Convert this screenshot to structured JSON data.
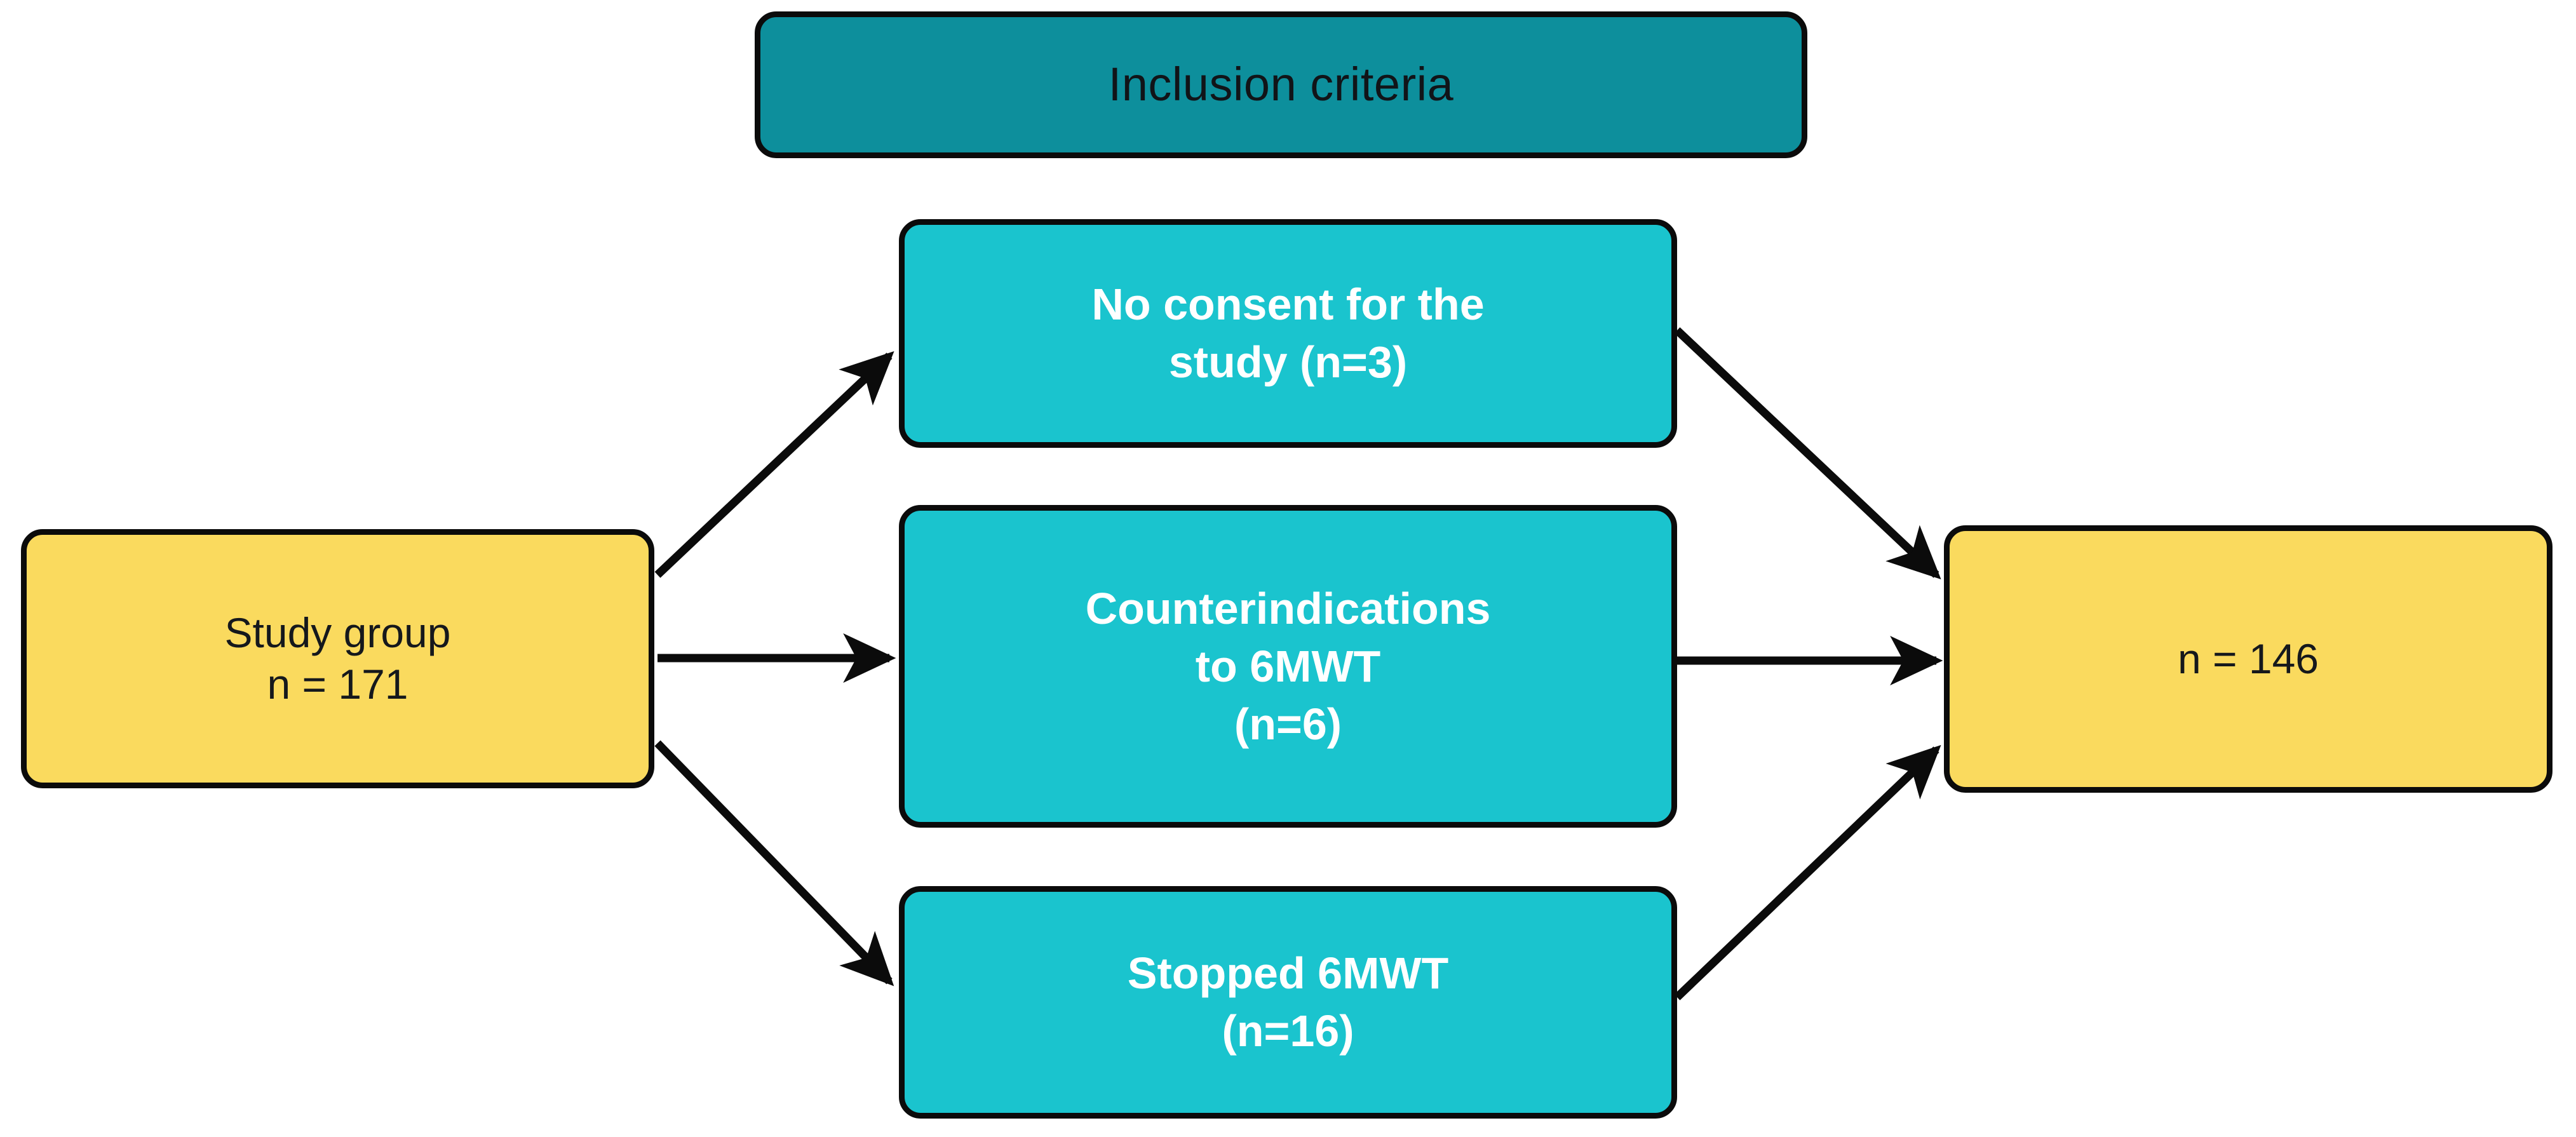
{
  "diagram": {
    "title": "Inclusion criteria",
    "type": "flowchart",
    "colors": {
      "header_teal": "#0d8f9c",
      "exclusion_cyan": "#1ac4ce",
      "group_yellow": "#fada5e",
      "border_black": "#0b0b0b",
      "dark_text": "#15181c",
      "light_text": "#ffffff"
    },
    "header": {
      "label": "Inclusion criteria"
    },
    "source": {
      "line1": "Study group",
      "line2": "n = 171"
    },
    "exclusions": [
      {
        "name": "no-consent",
        "line1": "No consent for the",
        "line2": "study (n=3)",
        "count": 3
      },
      {
        "name": "counterindications",
        "line1": "Counterindications",
        "line2": "to 6MWT",
        "line3": "(n=6)",
        "count": 6
      },
      {
        "name": "stopped",
        "line1": "Stopped 6MWT",
        "line2": "(n=16)",
        "count": 16
      }
    ],
    "result": {
      "line1": "n = 146",
      "count": 146
    }
  }
}
